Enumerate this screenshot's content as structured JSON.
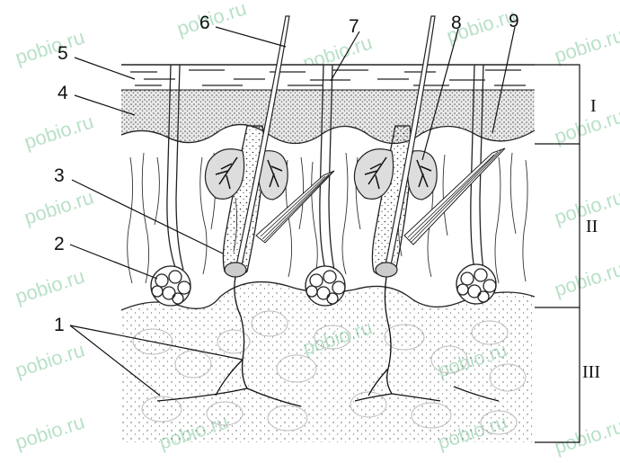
{
  "figure": {
    "labels": {
      "l1": "1",
      "l2": "2",
      "l3": "3",
      "l4": "4",
      "l5": "5",
      "l6": "6",
      "l7": "7",
      "l8": "8",
      "l9": "9"
    },
    "layers": {
      "r1": "I",
      "r2": "II",
      "r3": "III"
    },
    "watermark": "pobio.ru"
  }
}
